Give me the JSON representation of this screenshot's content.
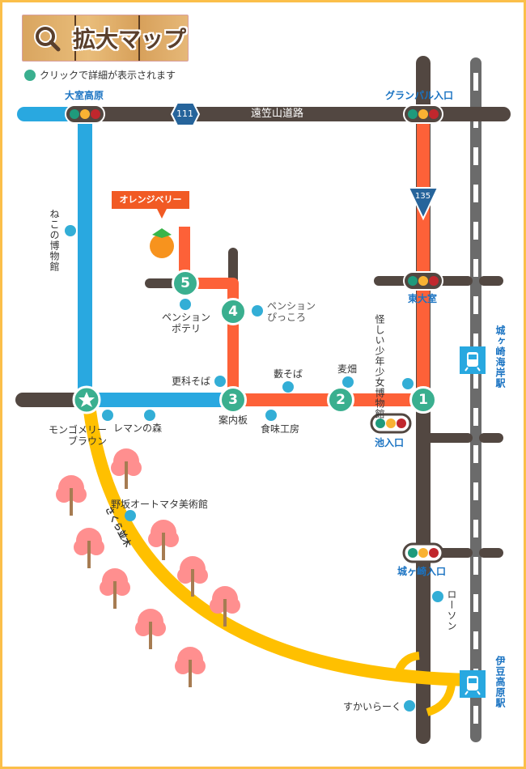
{
  "header": {
    "title": "拡大マップ",
    "hint": "クリックで詳細が表示されます",
    "icon": "magnifier-icon"
  },
  "roads": {
    "main_road": "遠笠山道路",
    "route_111": "111",
    "route_135": "135",
    "sakura": "さくら並木"
  },
  "intersections": {
    "omuro_kogen": "大室高原",
    "granpal": "グランパル入口",
    "higashi_omuro": "東大室",
    "ike": "池入口",
    "jogasaki": "城ヶ崎入口"
  },
  "stations": {
    "jogasaki_kaigan": "城ヶ崎海岸駅",
    "izu_kogen": "伊豆高原駅"
  },
  "spots": {
    "nekono": "ねこの博物館",
    "orange_berry": "オレンジベリー",
    "potery": "ペンション\nポテリ",
    "piccoro": "ペンション\nぴっころ",
    "sarashina": "更科そば",
    "yabu": "藪そば",
    "mugi": "麦畑",
    "ayashii": "怪しい少年少女博物館",
    "annai": "案内板",
    "shokumi": "食味工房",
    "montgomery": "モンゴメリー\nブラウン",
    "leman": "レマンの森",
    "nosaka": "野坂オートマタ美術館",
    "lawson": "ローソン",
    "skylark": "すかいらーく"
  },
  "numbers": [
    "1",
    "2",
    "3",
    "4",
    "5"
  ],
  "colors": {
    "blue_route": "#29a8e0",
    "orange_route": "#fd6138",
    "road": "#524741",
    "rail": "#6b6b6b",
    "sakura": "#ffc000",
    "marker": "#3aaf8f",
    "dot": "#33aed6",
    "label_blue": "#1a73c2"
  }
}
